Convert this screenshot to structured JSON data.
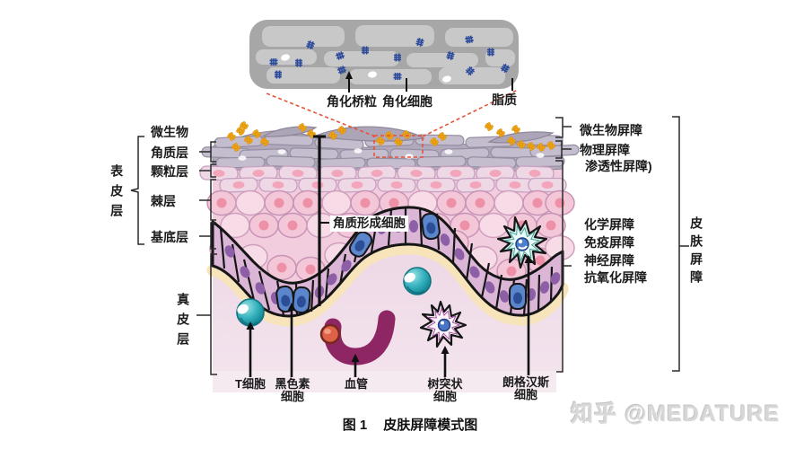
{
  "figure": {
    "caption_fig": "图 1",
    "caption_title": "皮肤屏障模式图",
    "watermark": "知乎 @MEDATURE"
  },
  "inset_labels": {
    "corneodesmosome": "角化桥粒",
    "corneocyte": "角化细胞",
    "lipid": "脂质"
  },
  "layer_labels": {
    "microbe": "微生物",
    "stratum_corneum": "角质层",
    "stratum_granulosum": "颗粒层",
    "stratum_spinosum": "棘层",
    "stratum_basale": "基底层",
    "epidermis": "表皮层",
    "dermis": "真皮层"
  },
  "cell_labels": {
    "keratinocyte": "角质形成细胞",
    "t_cell": "T细胞",
    "melanocyte_line1": "黑色素",
    "melanocyte_line2": "细胞",
    "blood_vessel": "血管",
    "dendritic_line1": "树突状",
    "dendritic_line2": "细胞",
    "langerhans_line1": "朗格汉斯",
    "langerhans_line2": "细胞"
  },
  "barrier_labels": {
    "microbial": "微生物屏障",
    "physical": "物理屏障",
    "permeability": "渗透性屏障)",
    "chemical": "化学屏障",
    "immune": "免疫屏障",
    "neural": "神经屏障",
    "antioxidant": "抗氧化屏障",
    "skin_barrier": "皮肤屏障"
  },
  "colors": {
    "teal_cell": "#35b2bd",
    "vessel_magenta": "#8e2663",
    "microbe_orange": "#f3a613",
    "melanocyte_blue": "#5b86cc",
    "basement_cream": "#f7e4bb",
    "corneum_grey": "#b1a9bb",
    "desmosome_blue": "#2b4a9b",
    "dashed_red": "#e8503a"
  }
}
